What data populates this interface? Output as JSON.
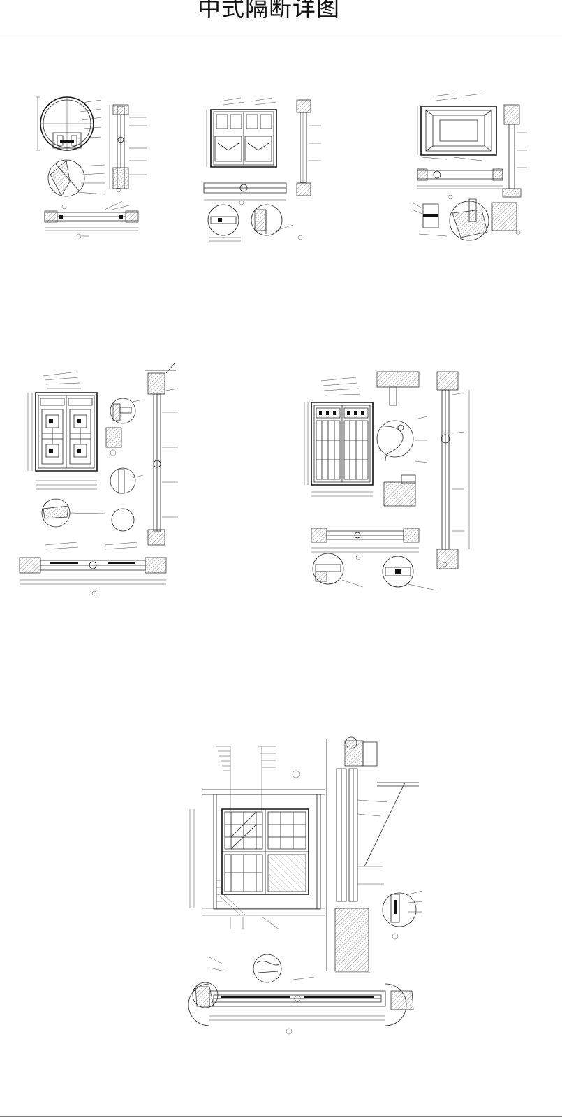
{
  "page": {
    "title": "中式隔断详图"
  },
  "drawings": [
    {
      "id": "panel-top-left",
      "icon": "cad-drawing-icon"
    },
    {
      "id": "panel-top-center",
      "icon": "cad-drawing-icon"
    },
    {
      "id": "panel-top-right",
      "icon": "cad-drawing-icon"
    },
    {
      "id": "panel-mid-left",
      "icon": "cad-drawing-icon"
    },
    {
      "id": "panel-mid-right",
      "icon": "cad-drawing-icon"
    },
    {
      "id": "panel-bottom",
      "icon": "cad-drawing-icon"
    }
  ],
  "colors": {
    "line": "#222222",
    "rule": "#999999",
    "background": "#ffffff"
  }
}
